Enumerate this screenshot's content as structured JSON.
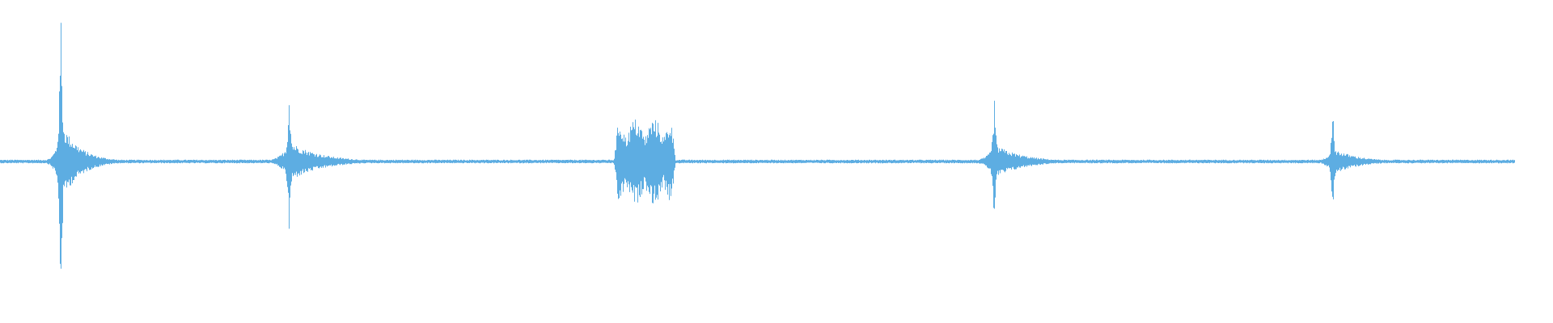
{
  "waveform": {
    "color": "#5DADE2",
    "background": "#FFFFFF",
    "baseline_amplitude": 0.008,
    "events": [
      {
        "id": "event-1",
        "position": 0.039,
        "peak_up": 0.71,
        "peak_down": 0.72,
        "shape": "spike",
        "decay": 0.012
      },
      {
        "id": "event-2",
        "position": 0.186,
        "peak_up": 0.36,
        "peak_down": 0.36,
        "shape": "spike",
        "decay": 0.02
      },
      {
        "id": "event-3",
        "position": 0.415,
        "peak_up": 0.19,
        "peak_down": 0.19,
        "shape": "burst",
        "width": 0.04
      },
      {
        "id": "event-4",
        "position": 0.64,
        "peak_up": 0.31,
        "peak_down": 0.31,
        "shape": "spike",
        "decay": 0.018
      },
      {
        "id": "event-5",
        "position": 0.858,
        "peak_up": 0.24,
        "peak_down": 0.24,
        "shape": "spike",
        "decay": 0.016
      }
    ],
    "end_position": 0.975
  }
}
